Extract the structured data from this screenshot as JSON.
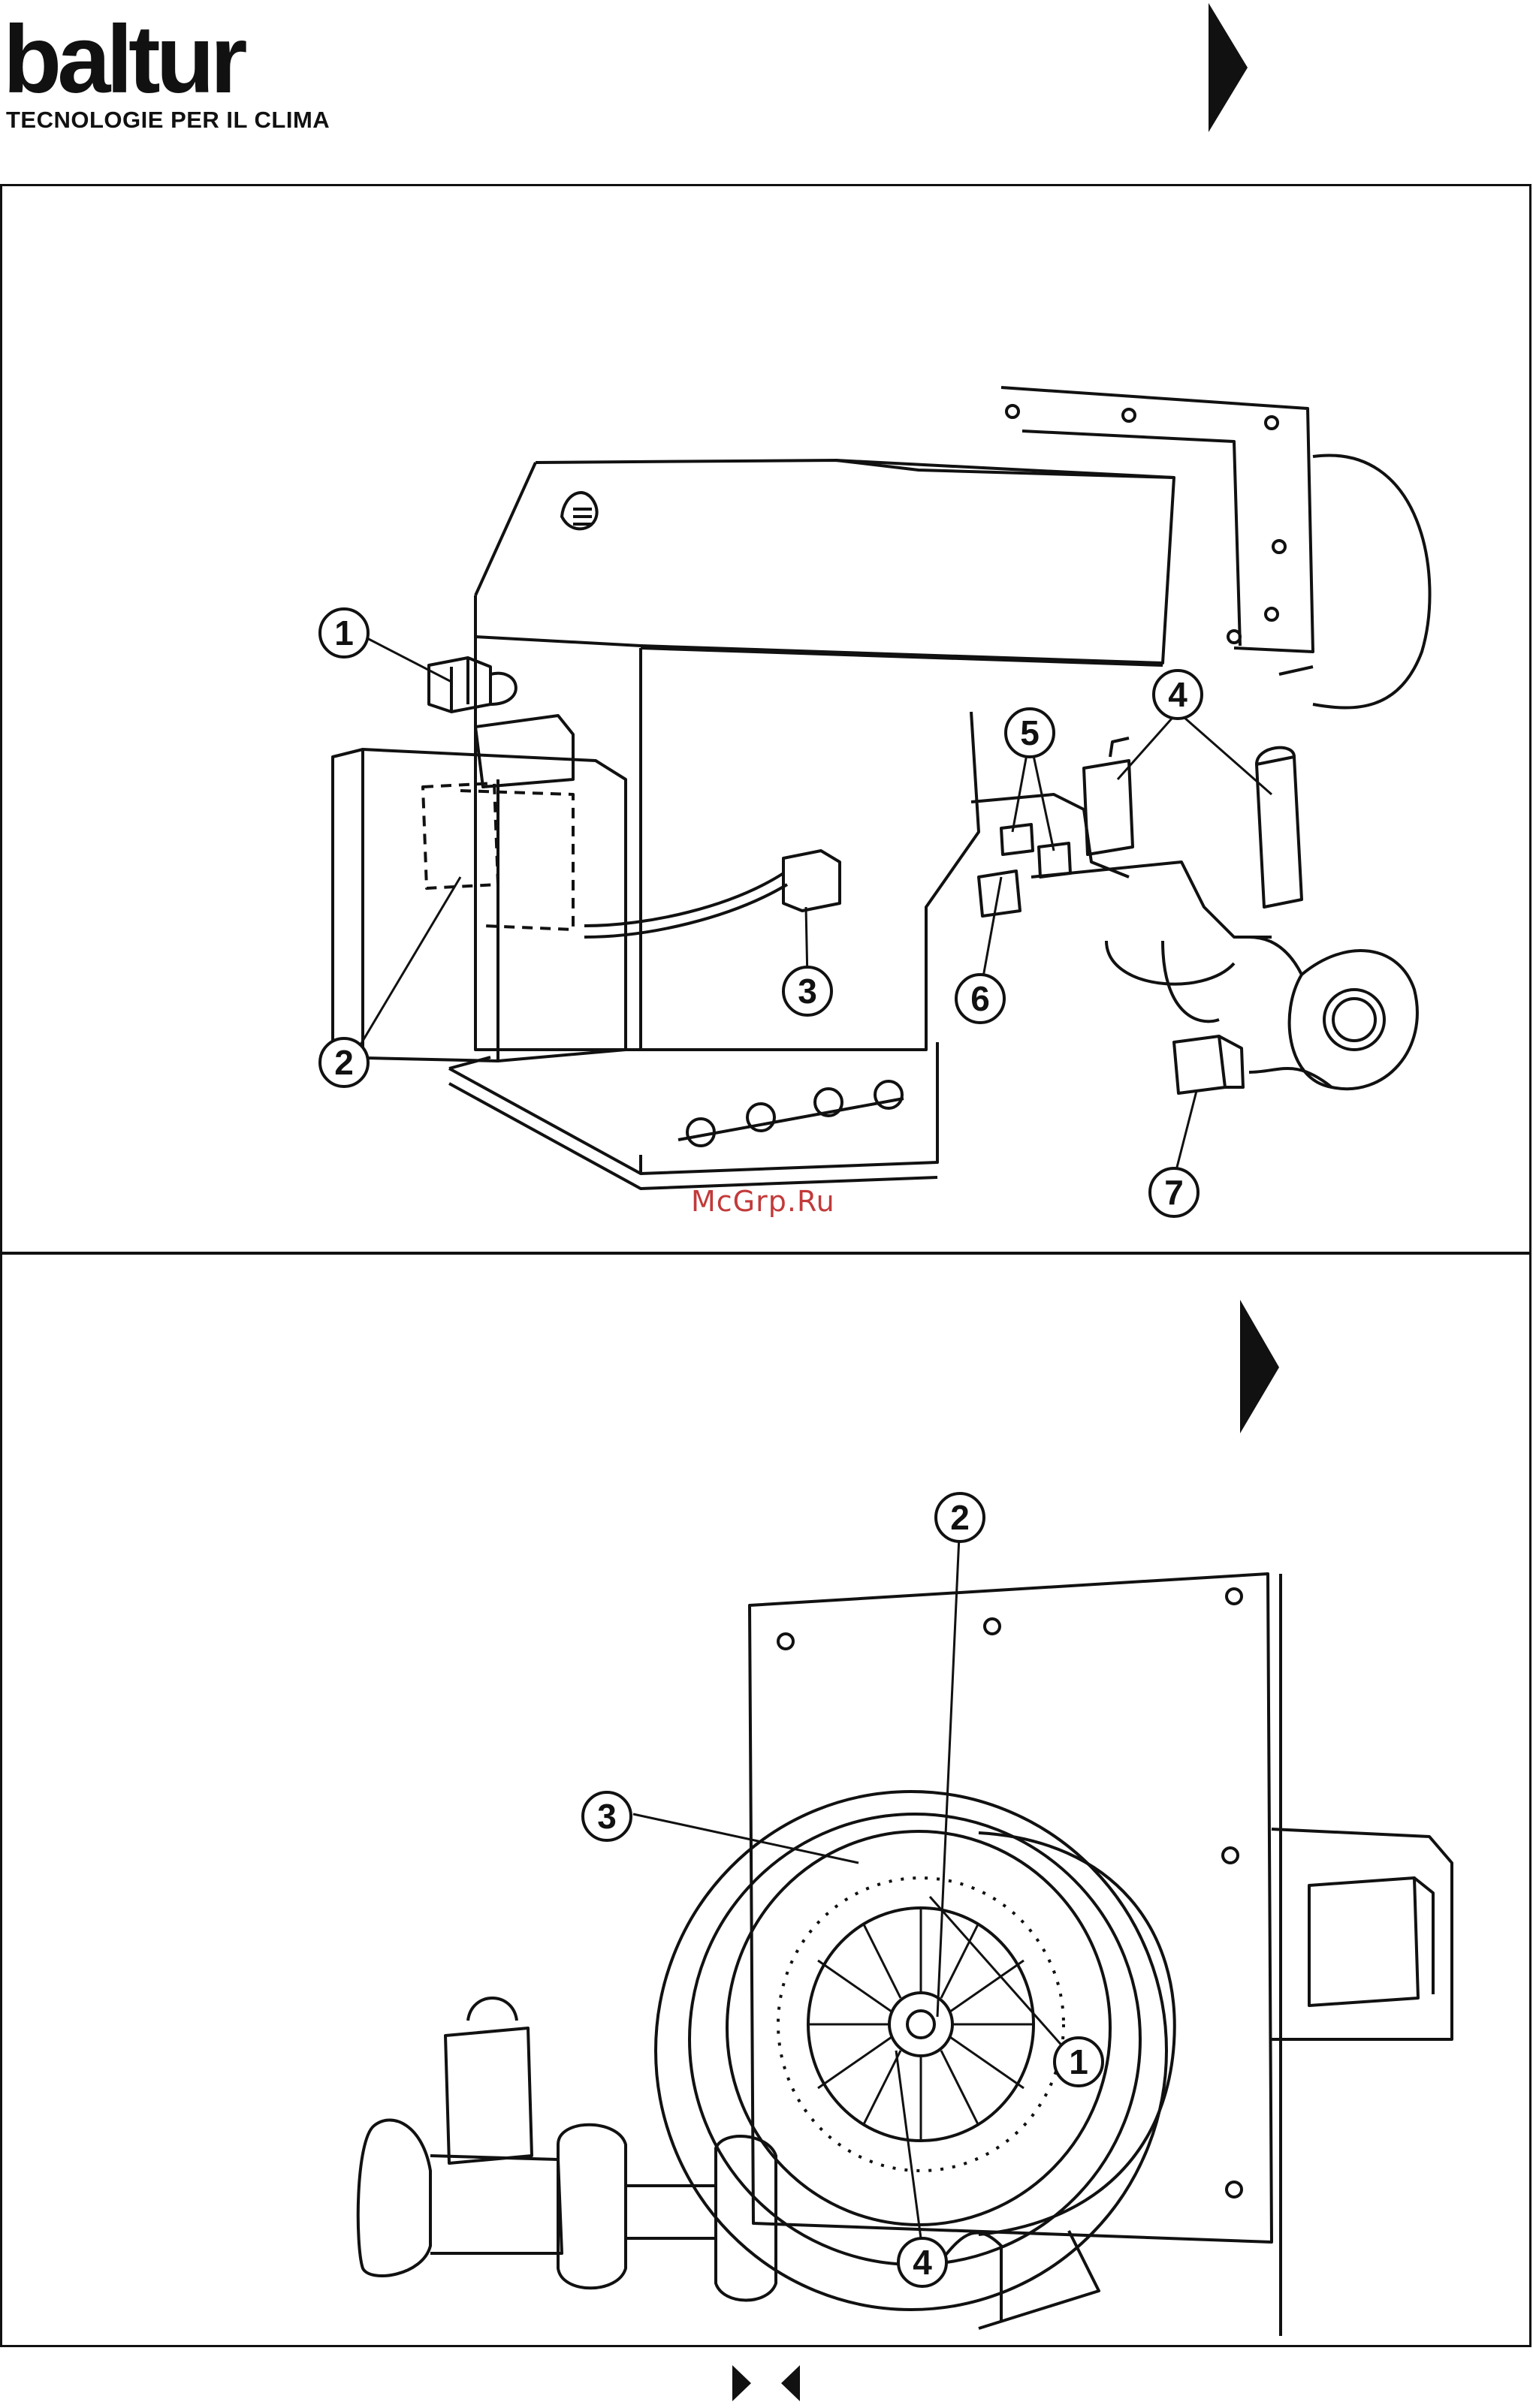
{
  "brand": {
    "name": "baltur",
    "tagline": "TECNOLOGIE PER IL CLIMA"
  },
  "figure_top": {
    "callouts": [
      "1",
      "2",
      "3",
      "4",
      "5",
      "6",
      "7"
    ]
  },
  "figure_bottom": {
    "callouts": [
      "1",
      "2",
      "3",
      "4"
    ]
  },
  "watermark": "McGrp.Ru",
  "icons": {
    "page_arrow": "right-triangle-icon",
    "nav": "next-prev-icon"
  },
  "colors": {
    "ink": "#111111",
    "watermark": "#c23a3a",
    "paper": "#ffffff"
  }
}
